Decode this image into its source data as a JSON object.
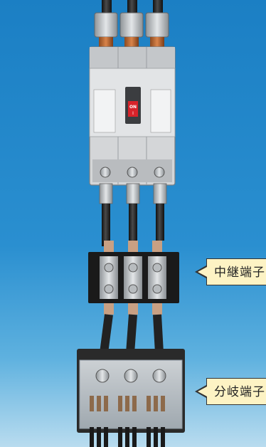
{
  "callouts": {
    "relay_terminal": "中継端子",
    "branch_terminal": "分岐端子"
  },
  "breaker": {
    "switch_on": "ON",
    "switch_on_mark": "I"
  },
  "colors": {
    "background_blue": "#1f86c9",
    "callout_fill": "#fdf3c4",
    "callout_border": "#333333",
    "breaker_body": "#d4d6d8",
    "switch_red": "#d8232a",
    "terminal_block": "#1a1a1a",
    "cable": "#2a2a2a"
  }
}
